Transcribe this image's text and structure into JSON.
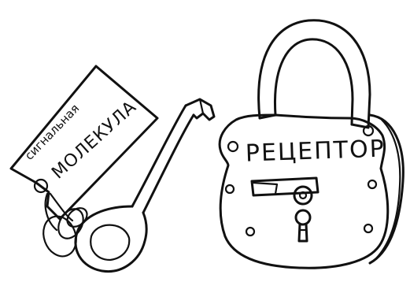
{
  "key_tag": {
    "line1": "сигнальная",
    "line2": "МОЛЕКУЛА"
  },
  "lock": {
    "label": "РЕЦЕПТОР"
  },
  "colors": {
    "ink": "#111111",
    "paper": "#ffffff"
  }
}
